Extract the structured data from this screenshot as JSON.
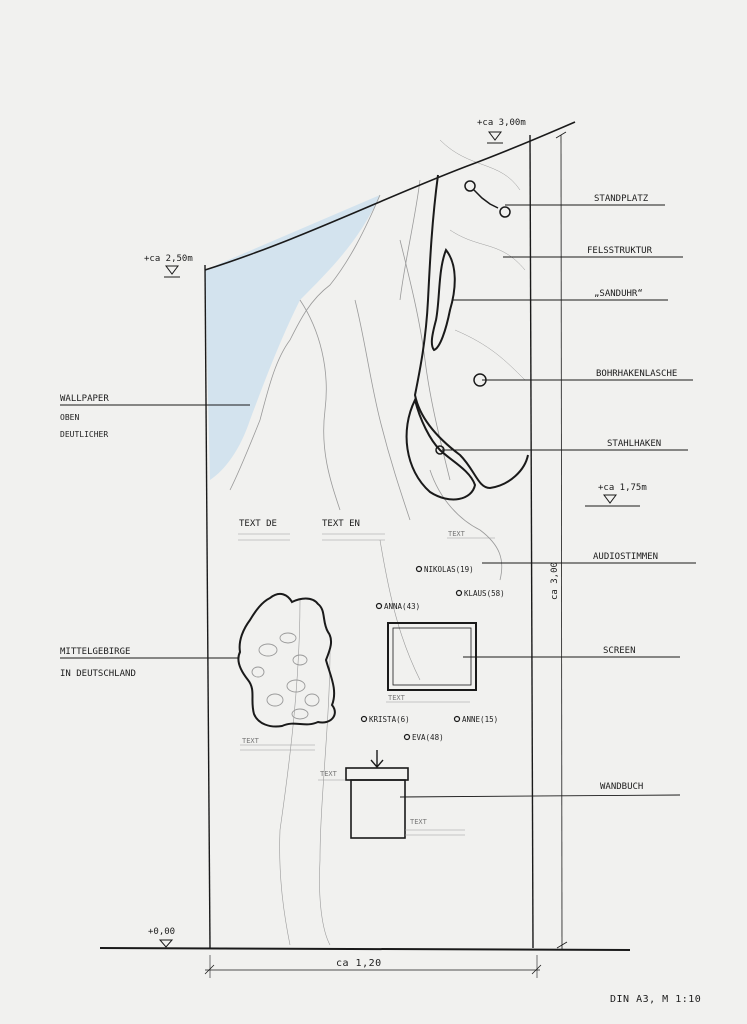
{
  "elevations": {
    "top": "+ca 3,00m",
    "left": "+ca 2,50m",
    "mid": "+ca 1,75m",
    "floor": "+0,00"
  },
  "dimensions": {
    "width": "ca 1,20",
    "height": "ca 3,00"
  },
  "callouts": {
    "standplatz": "STANDPLATZ",
    "felsstruktur": "FELSSTRUKTUR",
    "sanduhr": "„SANDUHR“",
    "bohrhakenlasche": "BOHRHAKENLASCHE",
    "stahlhaken": "STAHLHAKEN",
    "audiostimmen": "AUDIOSTIMMEN",
    "screen": "SCREEN",
    "wandbuch": "WANDBUCH",
    "wallpaper_1": "WALLPAPER",
    "wallpaper_2": "OBEN",
    "wallpaper_3": "DEUTLICHER",
    "mittelgebirge_1": "MITTELGEBIRGE",
    "mittelgebirge_2": "IN DEUTSCHLAND"
  },
  "text_blocks": {
    "text_de": "TEXT DE",
    "text_en": "TEXT EN",
    "placeholder": "TEXT"
  },
  "audio_voices": [
    "NIKOLAS(19)",
    "KLAUS(58)",
    "ANNA(43)",
    "KRISTA(6)",
    "ANNE(15)",
    "EVA(48)"
  ],
  "scale_note": "DIN A3, M 1:10",
  "colors": {
    "ink": "#1a1a1a",
    "pencil": "#9a9a9a",
    "paper": "#f1f1ef",
    "wallpaper_blue": "#cfe0ec"
  }
}
